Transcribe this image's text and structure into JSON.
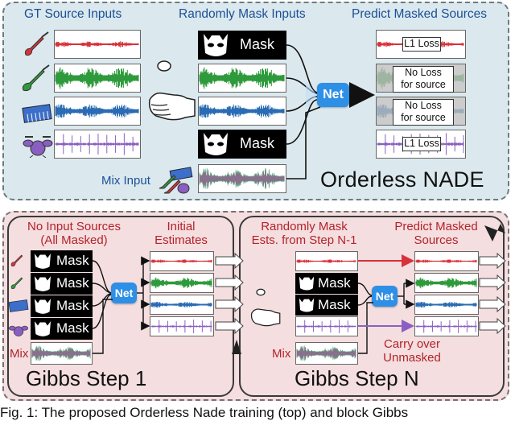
{
  "top": {
    "col1_header": "GT Source Inputs",
    "col2_header": "Randomly Mask Inputs",
    "col3_header": "Predict Masked Sources",
    "mask_label": "Mask",
    "net_label": "Net",
    "loss_l1": "L1 Loss",
    "no_loss_line1": "No Loss",
    "no_loss_line2": "for source",
    "mix_input": "Mix Input",
    "title": "Orderless NADE"
  },
  "bottom": {
    "no_input_line1": "No Input Sources",
    "no_input_line2": "(All Masked)",
    "initial_line1": "Initial",
    "initial_line2": "Estimates",
    "rand_mask_line1": "Randomly Mask",
    "rand_mask_line2": "Ests. from Step N-1",
    "predict_line1": "Predict Masked",
    "predict_line2": "Sources",
    "mix_label": "Mix",
    "carry_line1": "Carry over",
    "carry_line2": "Unmasked",
    "step1_title": "Gibbs Step 1",
    "stepN_title": "Gibbs Step N"
  },
  "caption": "Fig. 1: The proposed Orderless Nade training (top) and block Gibbs",
  "colors": {
    "red": "#d8313a",
    "green": "#2f9a3c",
    "blue": "#2a6cb3",
    "purple": "#8a5fc1",
    "net": "#2e8fe6",
    "header_blue": "#1b4f97",
    "header_red": "#b3232b"
  },
  "icons": [
    "guitar-icon",
    "bass-icon",
    "keyboard-icon",
    "drums-icon",
    "hand-icon",
    "coin-icon",
    "batman-mask-icon"
  ]
}
